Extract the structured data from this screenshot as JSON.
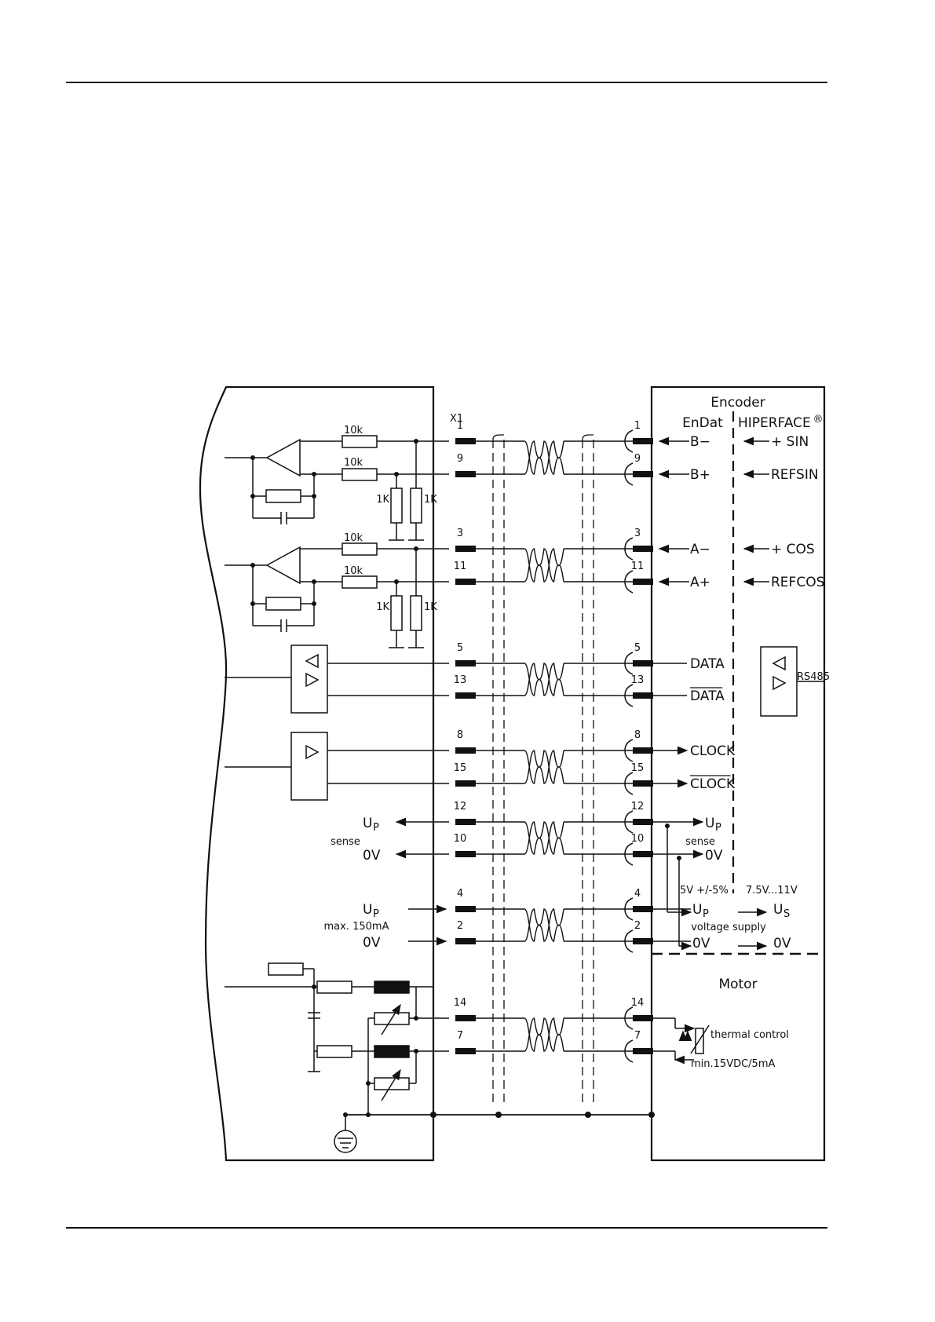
{
  "title": "",
  "connector": "X1",
  "resistors": {
    "r10k": "10k",
    "r1k": "1K"
  },
  "encoder": {
    "title": "Encoder",
    "col_endat": "EnDat",
    "col_hiperface": "HIPERFACE",
    "registered": "®",
    "rs485": "RS485",
    "supply_5v": "5V +/-5%",
    "supply_7v": "7.5V...11V",
    "voltage_supply": "voltage  supply"
  },
  "motor": {
    "title": "Motor",
    "thermal": "thermal  control",
    "min": "min.15VDC/5mA"
  },
  "drive": {
    "up": "U",
    "up_sub": "P",
    "sense": "sense",
    "zero_v": "0V",
    "max_current": "max. 150mA"
  },
  "encoder_side": {
    "up": "U",
    "up_sub": "P",
    "us": "U",
    "us_sub": "S",
    "sense": "sense",
    "zero_v": "0V"
  },
  "pins": [
    {
      "pin": "1",
      "endat": "B−",
      "hiper": "+  SIN"
    },
    {
      "pin": "9",
      "endat": "B+",
      "hiper": "REFSIN"
    },
    {
      "pin": "3",
      "endat": "A−",
      "hiper": "+  COS"
    },
    {
      "pin": "11",
      "endat": "A+",
      "hiper": "REFCOS"
    },
    {
      "pin": "5",
      "endat": "DATA",
      "hiper": ""
    },
    {
      "pin": "13",
      "endat": "DATA",
      "hiper": ""
    },
    {
      "pin": "8",
      "endat": "CLOCK",
      "hiper": ""
    },
    {
      "pin": "15",
      "endat": "CLOCK",
      "hiper": ""
    },
    {
      "pin": "12",
      "endat": "",
      "hiper": ""
    },
    {
      "pin": "10",
      "endat": "",
      "hiper": ""
    },
    {
      "pin": "4",
      "endat": "",
      "hiper": ""
    },
    {
      "pin": "2",
      "endat": "",
      "hiper": ""
    },
    {
      "pin": "14",
      "endat": "",
      "hiper": ""
    },
    {
      "pin": "7",
      "endat": "",
      "hiper": ""
    }
  ]
}
